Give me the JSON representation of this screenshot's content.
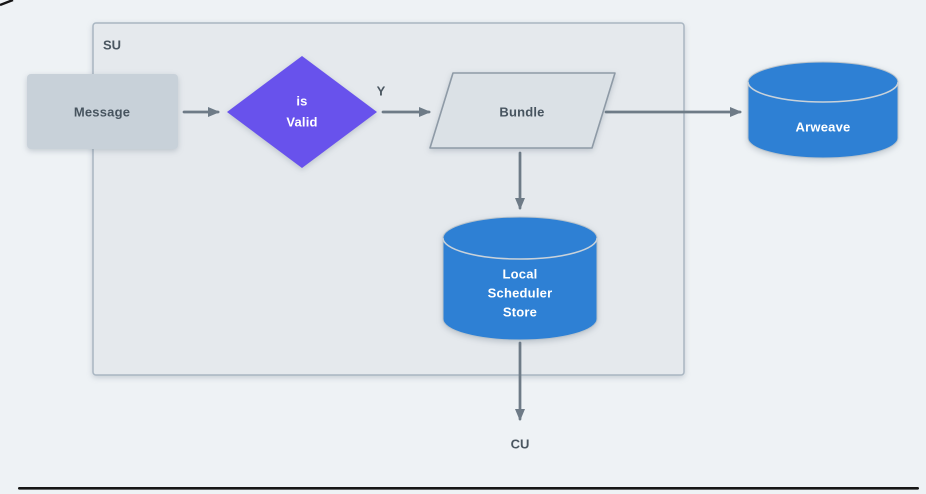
{
  "colors": {
    "canvas_bg": "#eef2f5",
    "container_fill": "#e5e9ed",
    "container_border": "#a9b6c2",
    "node_gray_fill": "#c8d1d9",
    "parallelogram_fill": "#dbe1e6",
    "parallelogram_border": "#8e9aa6",
    "diamond_fill": "#6852ec",
    "cylinder_fill": "#2e80d4",
    "cylinder_lip_stroke": "#c9d2da",
    "arrow": "#6e7b87",
    "dark_label_text": "#47545f",
    "light_node_text": "#ffffff",
    "frame_line": "#161616"
  },
  "diagram": {
    "container": {
      "label": "SU"
    },
    "nodes": {
      "message": {
        "label": "Message"
      },
      "is_valid": {
        "line1": "is",
        "line2": "Valid"
      },
      "bundle": {
        "label": "Bundle"
      },
      "arweave": {
        "label": "Arweave"
      },
      "local_scheduler_store": {
        "line1": "Local",
        "line2": "Scheduler",
        "line3": "Store"
      }
    },
    "labels": {
      "yes": "Y",
      "cu": "CU"
    }
  }
}
